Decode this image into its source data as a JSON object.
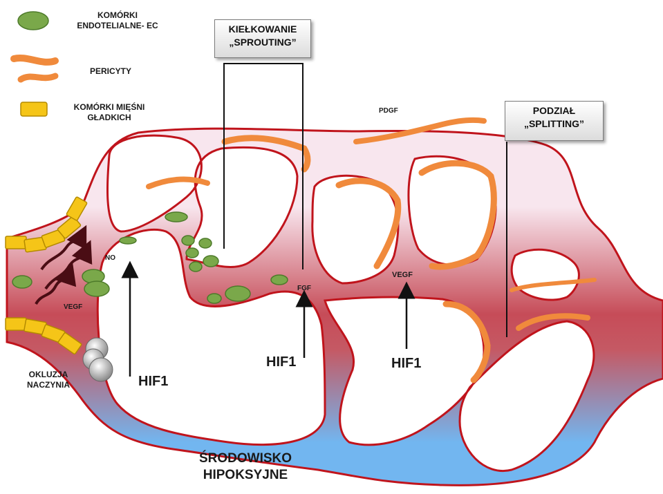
{
  "legend": {
    "endothelial": "KOMÓRKI ENDOTELIALNE- EC",
    "pericytes": "PERICYTY",
    "smooth_muscle": "KOMÓRKI MIĘŚNI GŁADKICH"
  },
  "boxes": {
    "sprouting_line1": "KIEŁKOWANIE",
    "sprouting_line2": "„SPROUTING”",
    "splitting_line1": "PODZIAŁ",
    "splitting_line2": "„SPLITTING”"
  },
  "labels": {
    "pdgf": "PDGF",
    "no": "NO",
    "vegf_left": "VEGF",
    "fgf": "FGF",
    "vegf_right": "VEGF",
    "occlusion": "OKLUZJA NACZYNIA",
    "hif1_left": "HIF1",
    "hif1_mid": "HIF1",
    "hif1_right": "HIF1",
    "environment": "ŚRODOWISKO HIPOKSYJNE"
  },
  "colors": {
    "vessel_top": "#f7e4ec",
    "vessel_mid": "#c8505a",
    "vessel_bottom": "#6eb4f0",
    "vessel_outline": "#c0141c",
    "endothelial": "#7aa84a",
    "pericyte": "#f08a3c",
    "smooth_muscle": "#f5c518"
  }
}
